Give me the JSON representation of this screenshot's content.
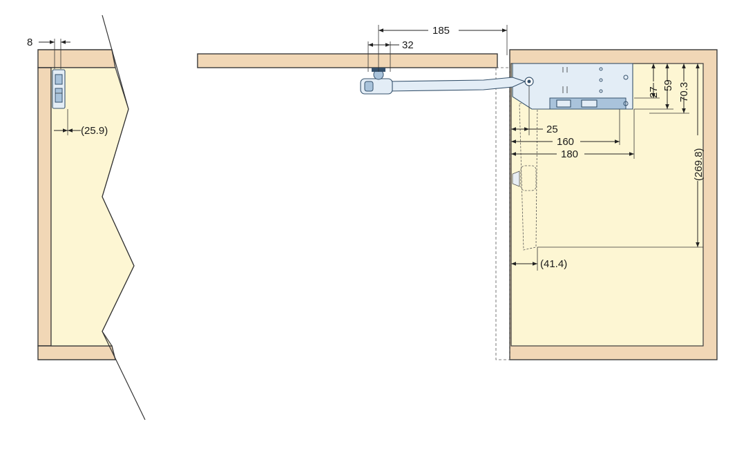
{
  "diagram": {
    "colors": {
      "board": "#f1d7b6",
      "interior": "#fdf6d3",
      "metal": "#e3edf6",
      "metal_accent": "#a9c3db",
      "line": "#222222"
    },
    "dimensions": {
      "d8": "8",
      "d25_9": "(25.9)",
      "d185": "185",
      "d32": "32",
      "d27": "27",
      "d59": "59",
      "d70_3": "70.3",
      "d25": "25",
      "d160": "160",
      "d180": "180",
      "d269_8": "(269.8)",
      "d41_4": "(41.4)"
    }
  }
}
